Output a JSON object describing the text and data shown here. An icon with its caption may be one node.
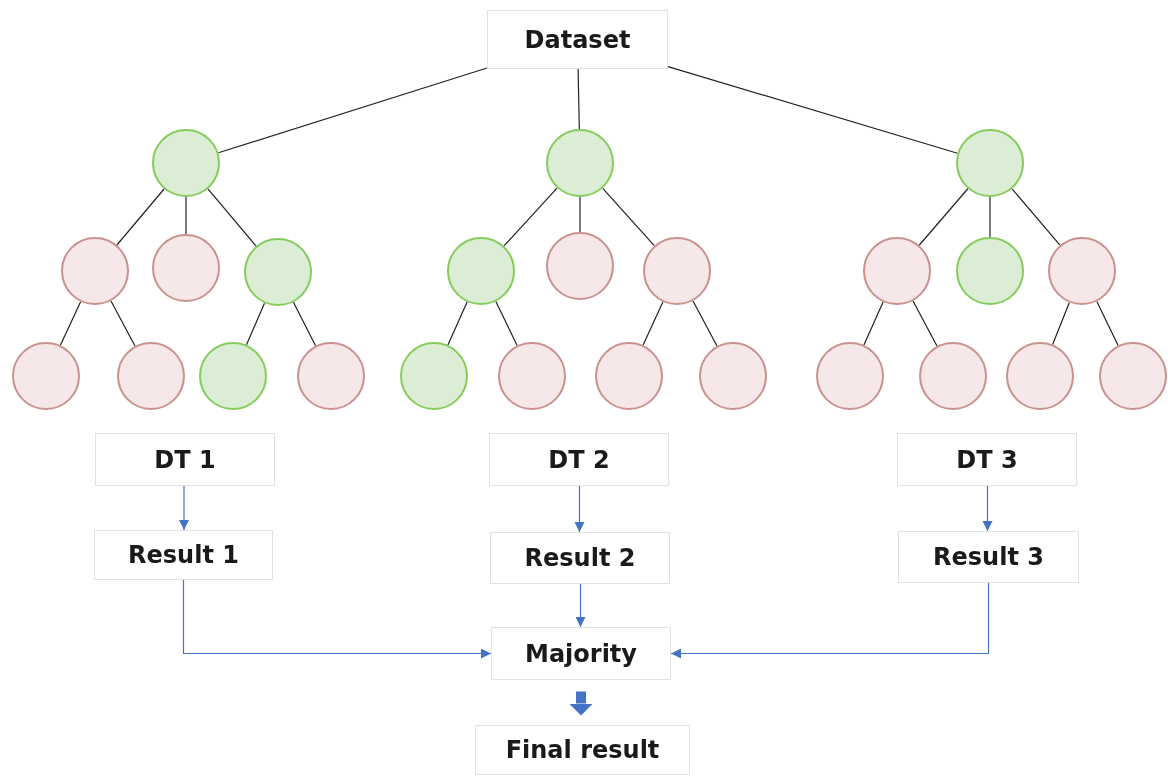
{
  "diagram": {
    "nodes": [
      {
        "text": [
          "Dataset"
        ]
      },
      {
        "text": [],
        "shape": "circle"
      },
      {
        "text": [],
        "shape": "circle"
      },
      {
        "text": [],
        "shape": "circle"
      },
      {
        "text": [],
        "shape": "circle"
      },
      {
        "text": [],
        "shape": "circle"
      },
      {
        "text": [],
        "shape": "circle"
      },
      {
        "text": [],
        "shape": "circle"
      },
      {
        "text": [],
        "shape": "circle"
      },
      {
        "text": [],
        "shape": "circle"
      },
      {
        "text": [],
        "shape": "circle"
      },
      {
        "text": [],
        "shape": "circle"
      },
      {
        "text": [],
        "shape": "circle"
      },
      {
        "text": [],
        "shape": "circle"
      },
      {
        "text": [],
        "shape": "circle"
      },
      {
        "text": [],
        "shape": "circle"
      },
      {
        "text": [],
        "shape": "circle"
      },
      {
        "text": [],
        "shape": "circle"
      },
      {
        "text": [],
        "shape": "circle"
      },
      {
        "text": [],
        "shape": "circle"
      },
      {
        "text": [],
        "shape": "circle"
      },
      {
        "text": [],
        "shape": "circle"
      },
      {
        "text": [],
        "shape": "circle"
      },
      {
        "text": [],
        "shape": "circle"
      },
      {
        "text": [],
        "shape": "circle"
      },
      {
        "text": [
          "DT 1"
        ]
      },
      {
        "text": [
          "DT 2"
        ]
      },
      {
        "text": [
          "DT 3"
        ]
      },
      {
        "text": [
          "Result 1"
        ]
      },
      {
        "text": [
          "Result 2"
        ]
      },
      {
        "text": [
          "Result 3"
        ]
      },
      {
        "text": [
          "Majority"
        ]
      },
      {
        "text": [
          "Final result"
        ]
      }
    ],
    "edges": [
      {
        "from": 0,
        "to": 1,
        "arrow": "none"
      },
      {
        "from": 0,
        "to": 2,
        "arrow": "none"
      },
      {
        "from": 0,
        "to": 3,
        "arrow": "none"
      },
      {
        "from": 1,
        "to": 4,
        "arrow": "none"
      },
      {
        "from": 1,
        "to": 5,
        "arrow": "none"
      },
      {
        "from": 1,
        "to": 6,
        "arrow": "none"
      },
      {
        "from": 2,
        "to": 7,
        "arrow": "none"
      },
      {
        "from": 2,
        "to": 8,
        "arrow": "none"
      },
      {
        "from": 2,
        "to": 9,
        "arrow": "none"
      },
      {
        "from": 3,
        "to": 10,
        "arrow": "none"
      },
      {
        "from": 3,
        "to": 11,
        "arrow": "none"
      },
      {
        "from": 3,
        "to": 12,
        "arrow": "none"
      },
      {
        "from": 4,
        "to": 13,
        "arrow": "none"
      },
      {
        "from": 4,
        "to": 14,
        "arrow": "none"
      },
      {
        "from": 6,
        "to": 15,
        "arrow": "none"
      },
      {
        "from": 6,
        "to": 16,
        "arrow": "none"
      },
      {
        "from": 7,
        "to": 17,
        "arrow": "none"
      },
      {
        "from": 7,
        "to": 18,
        "arrow": "none"
      },
      {
        "from": 9,
        "to": 19,
        "arrow": "none"
      },
      {
        "from": 9,
        "to": 20,
        "arrow": "none"
      },
      {
        "from": 10,
        "to": 21,
        "arrow": "none"
      },
      {
        "from": 10,
        "to": 22,
        "arrow": "none"
      },
      {
        "from": 12,
        "to": 23,
        "arrow": "none"
      },
      {
        "from": 12,
        "to": 24,
        "arrow": "none"
      },
      {
        "from": 25,
        "to": 28,
        "arrow": "to",
        "color": "#4472c4"
      },
      {
        "from": 26,
        "to": 29,
        "arrow": "to",
        "color": "#4472c4"
      },
      {
        "from": 27,
        "to": 30,
        "arrow": "to",
        "color": "#4472c4"
      },
      {
        "from": 28,
        "to": 31,
        "arrow": "to",
        "color": "#4472c4"
      },
      {
        "from": 29,
        "to": 31,
        "arrow": "to",
        "color": "#4472c4"
      },
      {
        "from": 30,
        "to": 31,
        "arrow": "to",
        "color": "#4472c4"
      },
      {
        "from": 31,
        "to": 32,
        "arrow": "to",
        "style": "thick",
        "color": "#4472c4"
      }
    ]
  }
}
